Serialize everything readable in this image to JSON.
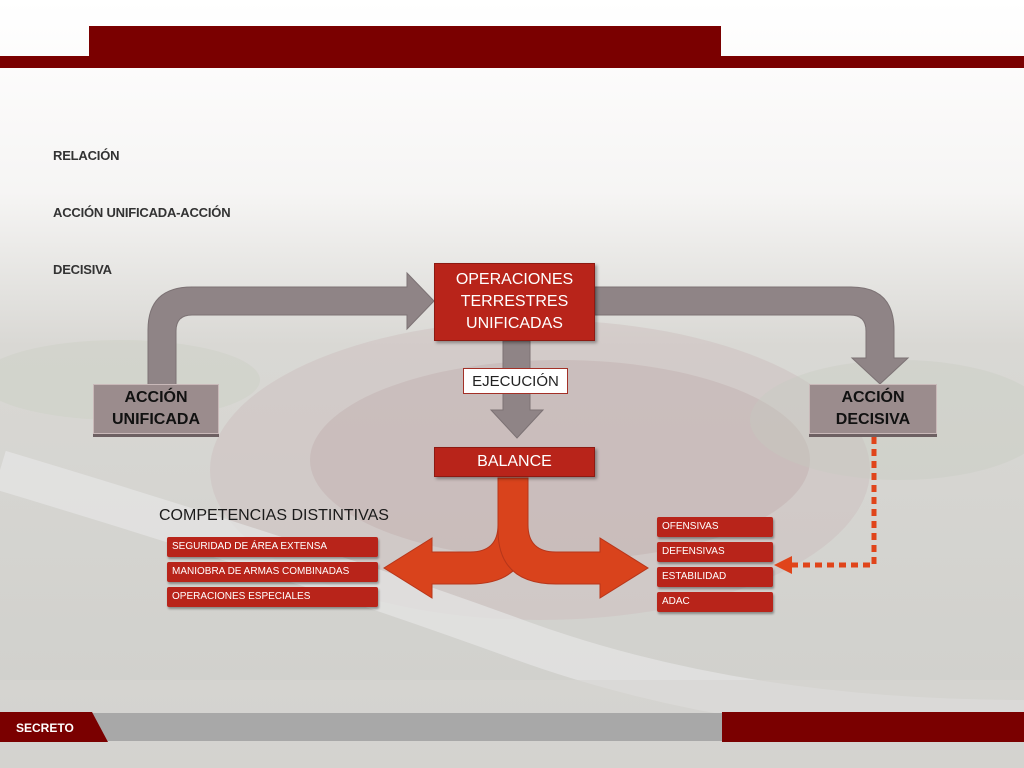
{
  "header": {
    "title_lines": [
      "RELACIÓN",
      "ACCIÓN UNIFICADA-ACCIÓN",
      "DECISIVA"
    ]
  },
  "diagram": {
    "center_box": {
      "lines": [
        "OPERACIONES",
        "TERRESTRES",
        "UNIFICADAS"
      ]
    },
    "left_box": {
      "lines": [
        "ACCIÓN",
        "UNIFICADA"
      ]
    },
    "right_box": {
      "lines": [
        "ACCIÓN",
        "DECISIVA"
      ]
    },
    "execution_label": "EJECUCIÓN",
    "balance_label": "BALANCE",
    "competencias": {
      "title": "COMPETENCIAS DISTINTIVAS",
      "items": [
        "SEGURIDAD DE ÁREA EXTENSA",
        "MANIOBRA DE ARMAS COMBINADAS",
        "OPERACIONES ESPECIALES"
      ]
    },
    "tareas": {
      "items": [
        "OFENSIVAS",
        "DEFENSIVAS",
        "ESTABILIDAD",
        "ADAC"
      ]
    }
  },
  "footer": {
    "classification": "SECRETO"
  },
  "colors": {
    "dark_red": "#7a0000",
    "box_red": "#b8241a",
    "arrow_gray": "#8f8486",
    "arrow_orange": "#d9431c",
    "dotted_orange": "#e0441a"
  }
}
